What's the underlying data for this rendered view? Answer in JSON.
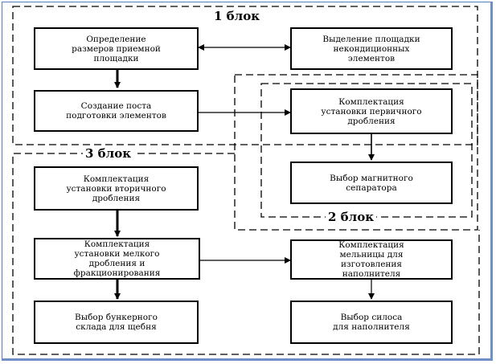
{
  "blocks": {
    "block1": "1 блок",
    "block2": "2 блок",
    "block3": "3 блок"
  },
  "boxes": {
    "size_definition": "Определение\nразмеров приемной\nплощадки",
    "substandard_area": "Выделение площадки\nнекондиционных\nэлементов",
    "prep_post": "Создание поста\nподготовки элементов",
    "primary_crushing": "Комплектация\nустановки первичного\nдробления",
    "magnetic_separator": "Выбор магнитного\nсепаратора",
    "secondary_crushing": "Комплектация\nустановки вторичного\nдробления",
    "fine_crushing": "Комплектация\nустановки мелкого\nдробления и\nфракционирования",
    "filler_mill": "Комплектация\nмельницы для\nизготовления\nнаполнителя",
    "bunker_storage": "Выбор бункерного\nсклада для щебня",
    "filler_silo": "Выбор силоса\nдля наполнителя"
  }
}
